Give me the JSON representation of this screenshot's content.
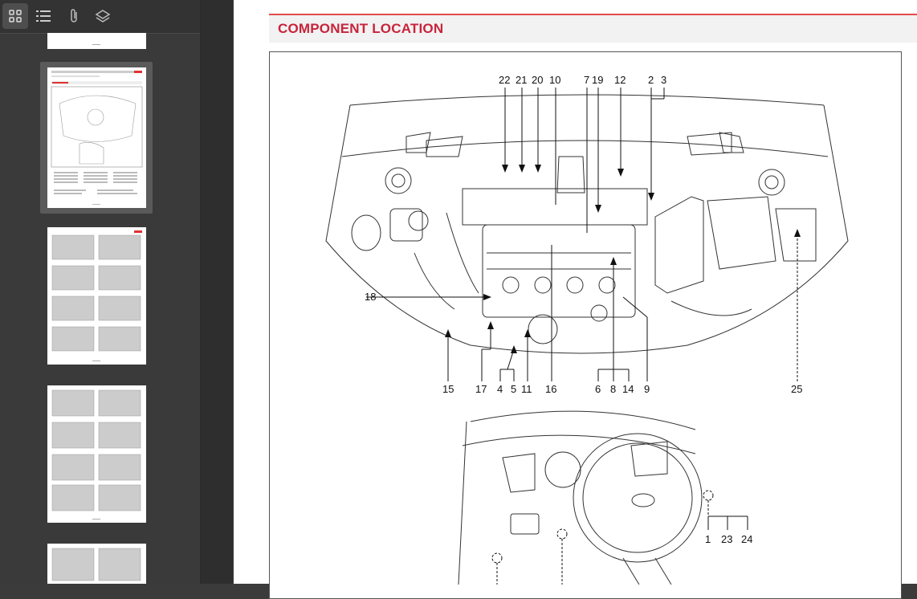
{
  "toolbar": {
    "buttons": [
      "thumbnails-view",
      "outline-view",
      "attachments-view",
      "layers-view"
    ]
  },
  "document": {
    "section_title": "COMPONENT LOCATION"
  },
  "figure": {
    "engine_top_labels": [
      "22",
      "21",
      "20",
      "10",
      "7",
      "19",
      "12",
      "2",
      "3"
    ],
    "engine_left_label": "18",
    "engine_bottom_labels": [
      "15",
      "17",
      "4",
      "5",
      "11",
      "16",
      "6",
      "8",
      "14",
      "9",
      "25"
    ],
    "dash_labels": [
      "1",
      "23",
      "24"
    ]
  }
}
